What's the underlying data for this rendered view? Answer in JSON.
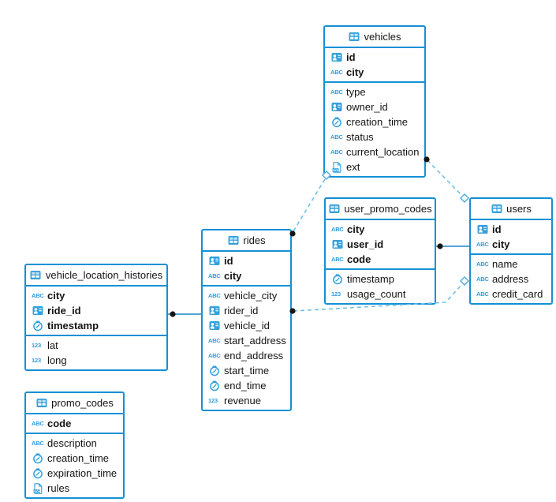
{
  "colors": {
    "table_border": "#1590d6",
    "icon_blue": "#35a0dc",
    "dashed_line": "#6fbfe9",
    "solid_line": "#1b86c8",
    "endpoint_dot": "#141414",
    "text": "#141414",
    "background": "#ffffff"
  },
  "icon_glyphs": {
    "abc": "ABC",
    "num": "123",
    "json": "JSON"
  },
  "tables": {
    "vehicles": {
      "title": "vehicles",
      "pk": [
        {
          "icon": "uuid",
          "label": "id"
        },
        {
          "icon": "abc",
          "label": "city"
        }
      ],
      "fields": [
        {
          "icon": "abc",
          "label": "type"
        },
        {
          "icon": "uuid",
          "label": "owner_id"
        },
        {
          "icon": "clock",
          "label": "creation_time"
        },
        {
          "icon": "abc",
          "label": "status"
        },
        {
          "icon": "abc",
          "label": "current_location"
        },
        {
          "icon": "json",
          "label": "ext"
        }
      ]
    },
    "user_promo_codes": {
      "title": "user_promo_codes",
      "pk": [
        {
          "icon": "abc",
          "label": "city"
        },
        {
          "icon": "uuid",
          "label": "user_id"
        },
        {
          "icon": "abc",
          "label": "code"
        }
      ],
      "fields": [
        {
          "icon": "clock",
          "label": "timestamp"
        },
        {
          "icon": "num",
          "label": "usage_count"
        }
      ]
    },
    "users": {
      "title": "users",
      "pk": [
        {
          "icon": "uuid",
          "label": "id"
        },
        {
          "icon": "abc",
          "label": "city"
        }
      ],
      "fields": [
        {
          "icon": "abc",
          "label": "name"
        },
        {
          "icon": "abc",
          "label": "address"
        },
        {
          "icon": "abc",
          "label": "credit_card"
        }
      ]
    },
    "rides": {
      "title": "rides",
      "pk": [
        {
          "icon": "uuid",
          "label": "id"
        },
        {
          "icon": "abc",
          "label": "city"
        }
      ],
      "fields": [
        {
          "icon": "abc",
          "label": "vehicle_city"
        },
        {
          "icon": "uuid",
          "label": "rider_id"
        },
        {
          "icon": "uuid",
          "label": "vehicle_id"
        },
        {
          "icon": "abc",
          "label": "start_address"
        },
        {
          "icon": "abc",
          "label": "end_address"
        },
        {
          "icon": "clock",
          "label": "start_time"
        },
        {
          "icon": "clock",
          "label": "end_time"
        },
        {
          "icon": "num",
          "label": "revenue"
        }
      ]
    },
    "vehicle_location_histories": {
      "title": "vehicle_location_histories",
      "pk": [
        {
          "icon": "abc",
          "label": "city"
        },
        {
          "icon": "uuid",
          "label": "ride_id"
        },
        {
          "icon": "clock",
          "label": "timestamp"
        }
      ],
      "fields": [
        {
          "icon": "num",
          "label": "lat"
        },
        {
          "icon": "num",
          "label": "long"
        }
      ]
    },
    "promo_codes": {
      "title": "promo_codes",
      "pk": [
        {
          "icon": "abc",
          "label": "code"
        }
      ],
      "fields": [
        {
          "icon": "abc",
          "label": "description"
        },
        {
          "icon": "clock",
          "label": "creation_time"
        },
        {
          "icon": "clock",
          "label": "expiration_time"
        },
        {
          "icon": "json",
          "label": "rules"
        }
      ]
    }
  },
  "relationships": [
    {
      "from": "vehicle_location_histories",
      "to": "rides",
      "style": "solid"
    },
    {
      "from": "user_promo_codes",
      "to": "users",
      "style": "solid"
    },
    {
      "from": "rides",
      "to": "vehicles",
      "style": "dashed"
    },
    {
      "from": "vehicles",
      "to": "users",
      "style": "dashed"
    },
    {
      "from": "rides",
      "to": "users",
      "style": "dashed"
    }
  ]
}
